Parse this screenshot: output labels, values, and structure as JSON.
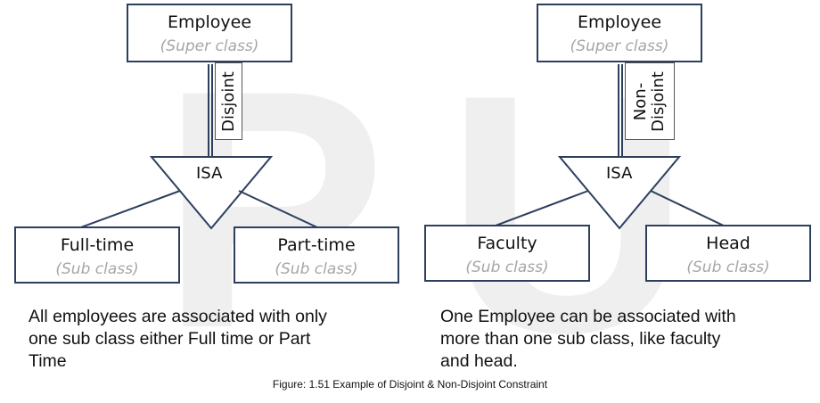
{
  "watermark": {
    "letter_left": "P",
    "letter_right": "U"
  },
  "left": {
    "super": {
      "title": "Employee",
      "sub": "(Super class)"
    },
    "constraint": {
      "label": "Disjoint"
    },
    "isa": "ISA",
    "sub1": {
      "title": "Full-time",
      "sub": "(Sub class)"
    },
    "sub2": {
      "title": "Part-time",
      "sub": "(Sub class)"
    },
    "description_lines": [
      "All employees are associated with only",
      "one sub class either Full time or Part",
      "Time"
    ]
  },
  "right": {
    "super": {
      "title": "Employee",
      "sub": "(Super class)"
    },
    "constraint": {
      "label_line1": "Non-",
      "label_line2": "Disjoint"
    },
    "isa": "ISA",
    "sub1": {
      "title": "Faculty",
      "sub": "(Sub class)"
    },
    "sub2": {
      "title": "Head",
      "sub": "(Sub class)"
    },
    "description_lines": [
      "One Employee can be associated with",
      "more than one sub class, like faculty",
      "and head."
    ]
  },
  "caption": "Figure: 1.51 Example of Disjoint & Non-Disjoint Constraint",
  "colors": {
    "box_border": "#2e3f5e",
    "connector": "#2e3f5e",
    "sub_text": "#a6a6a6",
    "watermark": "#efefef"
  }
}
